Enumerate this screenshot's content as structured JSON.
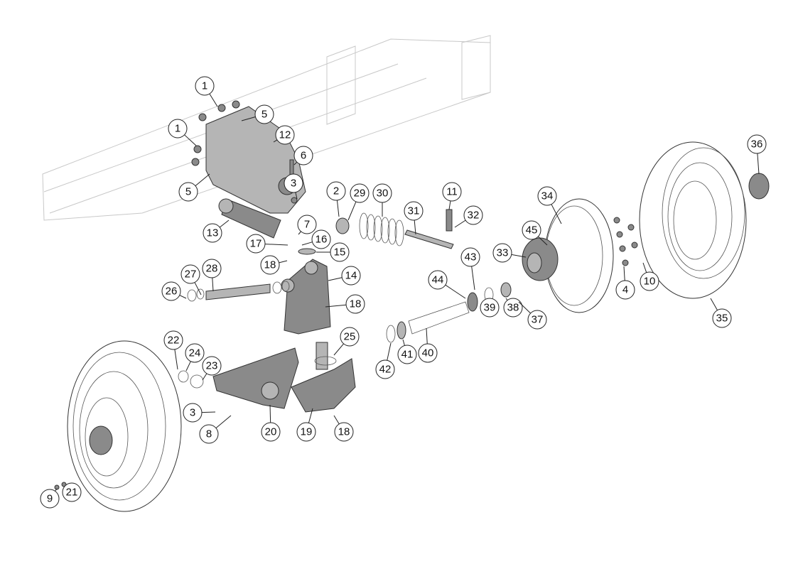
{
  "diagram": {
    "type": "exploded-parts-view",
    "callouts": [
      "1",
      "5",
      "1",
      "12",
      "6",
      "5",
      "3",
      "2",
      "29",
      "30",
      "11",
      "31",
      "32",
      "34",
      "36",
      "45",
      "33",
      "13",
      "7",
      "16",
      "17",
      "15",
      "18",
      "28",
      "27",
      "26",
      "14",
      "18",
      "43",
      "44",
      "4",
      "10",
      "35",
      "39",
      "38",
      "37",
      "40",
      "41",
      "42",
      "25",
      "22",
      "24",
      "23",
      "3",
      "8",
      "20",
      "19",
      "18",
      "9",
      "21"
    ]
  }
}
